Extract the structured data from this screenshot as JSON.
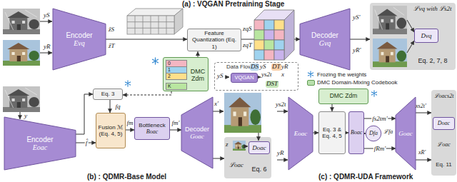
{
  "diagram": {
    "nodes": [
      {
        "text": [
          "Encoder",
          "Evq"
        ]
      },
      {
        "text": [
          "Feature Quantization (Eq. 1)"
        ]
      },
      {
        "text": [
          "Decoder",
          "Gvq"
        ]
      },
      {
        "text": [
          "ℒvq with ℒs2t",
          "Eq. 2, 7, 8"
        ]
      },
      {
        "text": [
          "Dvq"
        ],
        "in": 3
      },
      {
        "text": [
          "DMC Zdm"
        ]
      },
      {
        "text": [
          "Data Flow"
        ]
      },
      {
        "text": [
          "VQGAN"
        ],
        "in": 6
      },
      {
        "text": [
          "Encoder",
          "Eoac"
        ]
      },
      {
        "text": [
          "Eq. 3"
        ]
      },
      {
        "text": [
          "Fusion ℳ (Eq. 4, 5)"
        ]
      },
      {
        "text": [
          "Bottleneck",
          "Boac"
        ]
      },
      {
        "text": [
          "Decoder",
          "Goac"
        ]
      },
      {
        "text": [
          "ℒoac",
          "Eq. 6"
        ]
      },
      {
        "text": [
          "Doac"
        ],
        "in": 13
      },
      {
        "text": [
          "Eoac"
        ]
      },
      {
        "text": [
          "DMC Zdm"
        ]
      },
      {
        "text": [
          "Eq. 3 & Eq. 4, 5"
        ]
      },
      {
        "text": [
          "Boac"
        ]
      },
      {
        "text": [
          "Dfa"
        ]
      },
      {
        "text": [
          "Goac"
        ]
      },
      {
        "text": [
          "ℒoacs2t",
          "ℒoac",
          "Eq. 11"
        ]
      },
      {
        "text": [
          "Doac"
        ],
        "in": 21
      }
    ],
    "edges": [
      {
        "from": 0,
        "to": 1,
        "arrow": "to"
      },
      {
        "from": 1,
        "to": 2,
        "arrow": "to"
      },
      {
        "from": 2,
        "to": 3,
        "arrow": "to"
      },
      {
        "from": 5,
        "to": 1,
        "arrow": "to"
      },
      {
        "from": 8,
        "to": 10,
        "arrow": "to",
        "label": "f̂"
      },
      {
        "from": 8,
        "to": 9,
        "arrow": "to"
      },
      {
        "from": 9,
        "to": 10,
        "arrow": "to",
        "label": "fq"
      },
      {
        "from": 10,
        "to": 11,
        "arrow": "to",
        "label": "fm"
      },
      {
        "from": 11,
        "to": 12,
        "arrow": "to",
        "label": "fm'"
      },
      {
        "from": 12,
        "to": 13,
        "arrow": "to"
      },
      {
        "from": 5,
        "to": 9,
        "arrow": "to"
      },
      {
        "from": 15,
        "to": 17,
        "arrow": "to"
      },
      {
        "from": 16,
        "to": 17,
        "arrow": "to"
      },
      {
        "from": 17,
        "to": 18,
        "arrow": "to"
      },
      {
        "from": 18,
        "to": 20,
        "arrow": "to",
        "label": "fs2tm'"
      },
      {
        "from": 18,
        "to": 19,
        "arrow": "to"
      },
      {
        "from": 18,
        "to": 20,
        "arrow": "to",
        "label": "fRm'"
      },
      {
        "from": 20,
        "to": 21,
        "arrow": "to"
      },
      {
        "from": 20,
        "to": 21,
        "arrow": "to"
      }
    ],
    "labels": [
      "(a) : VQGAN Pretraining Stage",
      "(b) : QDMR-Base Model",
      "(c) : QDMR-UDA Framework",
      "yS",
      "yR",
      "ẑS",
      "ẑT",
      "zqS",
      "zqT",
      "yS'",
      "yR'",
      "0",
      "1",
      "2",
      "K",
      "DS",
      "yS",
      "DT",
      "yR",
      "yS",
      "ys2t",
      "x",
      "DST",
      "y",
      "x'",
      "z",
      "ys2t",
      "yR",
      "ℒfa",
      "xs2t'",
      "xR'"
    ],
    "legend": [
      {
        "text": "Frozing the weights"
      },
      {
        "text": "DMC Domain-Mixing Codebook",
        "color": "#b9e0ad"
      }
    ]
  }
}
